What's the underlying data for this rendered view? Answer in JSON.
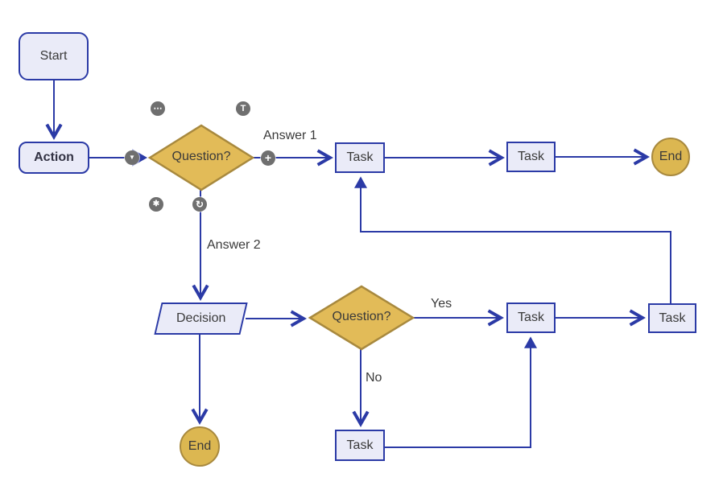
{
  "diagram": {
    "nodes": {
      "start": {
        "label": "Start",
        "shape": "rounded-rectangle"
      },
      "action": {
        "label": "Action",
        "shape": "rounded-rectangle"
      },
      "question1": {
        "label": "Question?",
        "shape": "diamond"
      },
      "task1": {
        "label": "Task",
        "shape": "rectangle"
      },
      "task2": {
        "label": "Task",
        "shape": "rectangle"
      },
      "end1": {
        "label": "End",
        "shape": "circle"
      },
      "decision": {
        "label": "Decision",
        "shape": "parallelogram"
      },
      "question2": {
        "label": "Question?",
        "shape": "diamond"
      },
      "task3": {
        "label": "Task",
        "shape": "rectangle"
      },
      "task4": {
        "label": "Task",
        "shape": "rectangle"
      },
      "task5": {
        "label": "Task",
        "shape": "rectangle"
      },
      "end2": {
        "label": "End",
        "shape": "circle"
      }
    },
    "edge_labels": {
      "answer1": "Answer 1",
      "answer2": "Answer 2",
      "yes": "Yes",
      "no": "No"
    }
  },
  "context_toolbar": {
    "more": {
      "glyph": "⋯"
    },
    "text": {
      "glyph": "T"
    },
    "dropdown": {
      "glyph": "▼"
    },
    "add": {
      "glyph": "+"
    },
    "asterisk": {
      "glyph": "✱"
    },
    "rotate": {
      "glyph": "↻"
    }
  },
  "colors": {
    "connector": "#2b3aa6",
    "node_fill": "#eaebf8",
    "node_border": "#2b3aa6",
    "decision_fill": "#e2bb58",
    "decision_border": "#a8893e",
    "terminal_fill": "#dcb751",
    "terminal_border": "#a8893e",
    "icon_background": "#6f6f6f",
    "icon_glyph": "#ffffff",
    "text": "#3a3a3a"
  }
}
